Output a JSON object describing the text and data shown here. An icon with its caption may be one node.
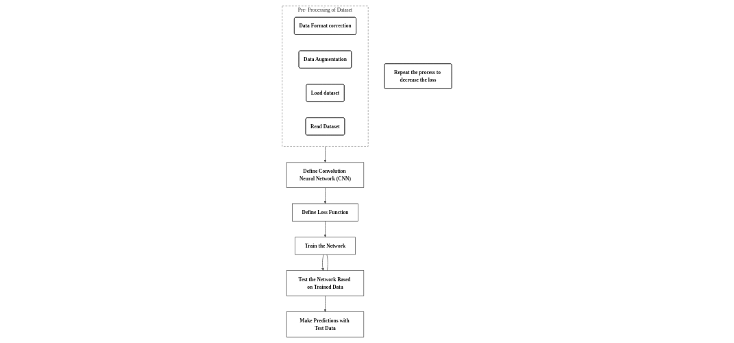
{
  "diagram": {
    "nodes": [
      {
        "text": [
          "Pre- Processing of Dataset"
        ]
      },
      {
        "text": [
          "Data Format correction"
        ],
        "in": 0
      },
      {
        "text": [
          "Data Augmentation"
        ],
        "in": 0
      },
      {
        "text": [
          "Load dataset"
        ],
        "in": 0
      },
      {
        "text": [
          "Read Dataset"
        ],
        "in": 0
      },
      {
        "text": [
          "Define Convolution Neural Network (CNN)"
        ]
      },
      {
        "text": [
          "Define Loss Function"
        ]
      },
      {
        "text": [
          "Train the Network"
        ]
      },
      {
        "text": [
          "Repeat the process to decrease the loss"
        ]
      },
      {
        "text": [
          "Test the Network Based on Trained Data"
        ]
      },
      {
        "text": [
          "Make Predictions with Test Data"
        ]
      }
    ],
    "edges": [
      {
        "from": 0,
        "to": 5,
        "arrow": "to"
      },
      {
        "from": 5,
        "to": 6,
        "arrow": "to"
      },
      {
        "from": 6,
        "to": 7,
        "arrow": "to"
      },
      {
        "from": 7,
        "to": 9,
        "arrow": "to"
      },
      {
        "from": 9,
        "to": 7,
        "arrow": "none"
      },
      {
        "from": 9,
        "to": 10,
        "arrow": "to"
      }
    ]
  }
}
